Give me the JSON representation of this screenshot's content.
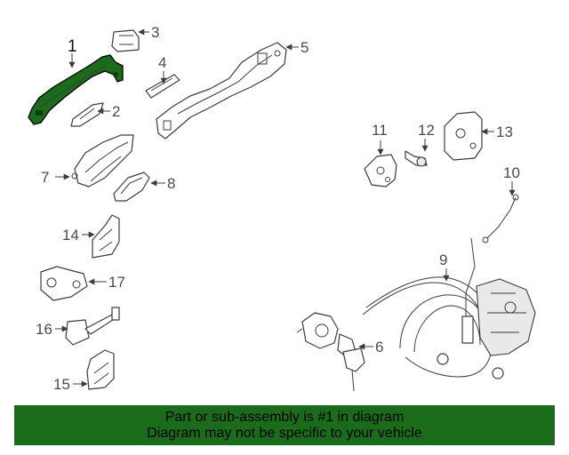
{
  "diagram": {
    "highlight_color": "#1a6b1a",
    "callouts": {
      "c1": "1",
      "c2": "2",
      "c3": "3",
      "c4": "4",
      "c5": "5",
      "c6": "6",
      "c7": "7",
      "c8": "8",
      "c9": "9",
      "c10": "10",
      "c11": "11",
      "c12": "12",
      "c13": "13",
      "c14": "14",
      "c15": "15",
      "c16": "16",
      "c17": "17"
    }
  },
  "banner": {
    "line1": "Part or sub-assembly is #1 in diagram",
    "line2": "Diagram may not be specific to your vehicle",
    "background": "#1a6b1a"
  }
}
